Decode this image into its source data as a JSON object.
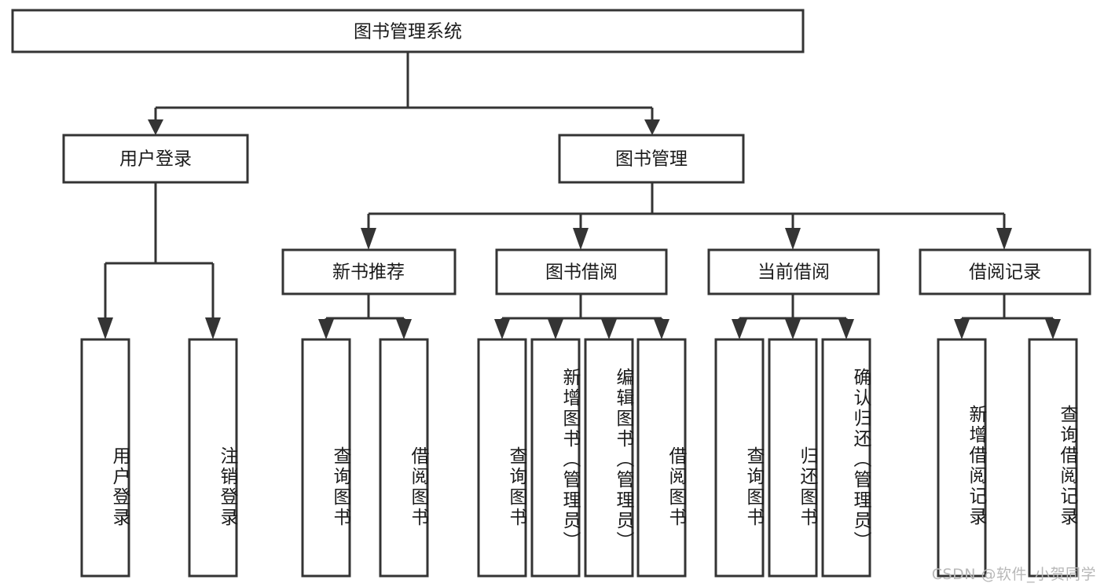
{
  "diagram": {
    "title": "图书管理系统",
    "type": "tree-hierarchy-chart",
    "root": {
      "label": "图书管理系统"
    },
    "level2": [
      {
        "label": "用户登录"
      },
      {
        "label": "图书管理"
      }
    ],
    "level3": [
      {
        "label": "新书推荐"
      },
      {
        "label": "图书借阅"
      },
      {
        "label": "当前借阅"
      },
      {
        "label": "借阅记录"
      }
    ],
    "leaves": {
      "user_login": [
        {
          "label": "用户登录"
        },
        {
          "label": "注销登录"
        }
      ],
      "new_book_recommend": [
        {
          "label": "查询图书"
        },
        {
          "label": "借阅图书"
        }
      ],
      "book_borrow": [
        {
          "label": "查询图书"
        },
        {
          "label": "新增图书（管理员）"
        },
        {
          "label": "编辑图书（管理员）"
        },
        {
          "label": "借阅图书"
        }
      ],
      "current_borrow": [
        {
          "label": "查询图书"
        },
        {
          "label": "归还图书"
        },
        {
          "label": "确认归还（管理员）"
        }
      ],
      "borrow_record": [
        {
          "label": "新增借阅记录"
        },
        {
          "label": "查询借阅记录"
        }
      ]
    },
    "colors": {
      "stroke": "#343434",
      "fill": "#ffffff",
      "text": "#1a1a1a",
      "watermark": "#b8b8b8",
      "background": "#ffffff"
    }
  },
  "watermark": {
    "text": "CSDN @软件_小贺同学"
  }
}
